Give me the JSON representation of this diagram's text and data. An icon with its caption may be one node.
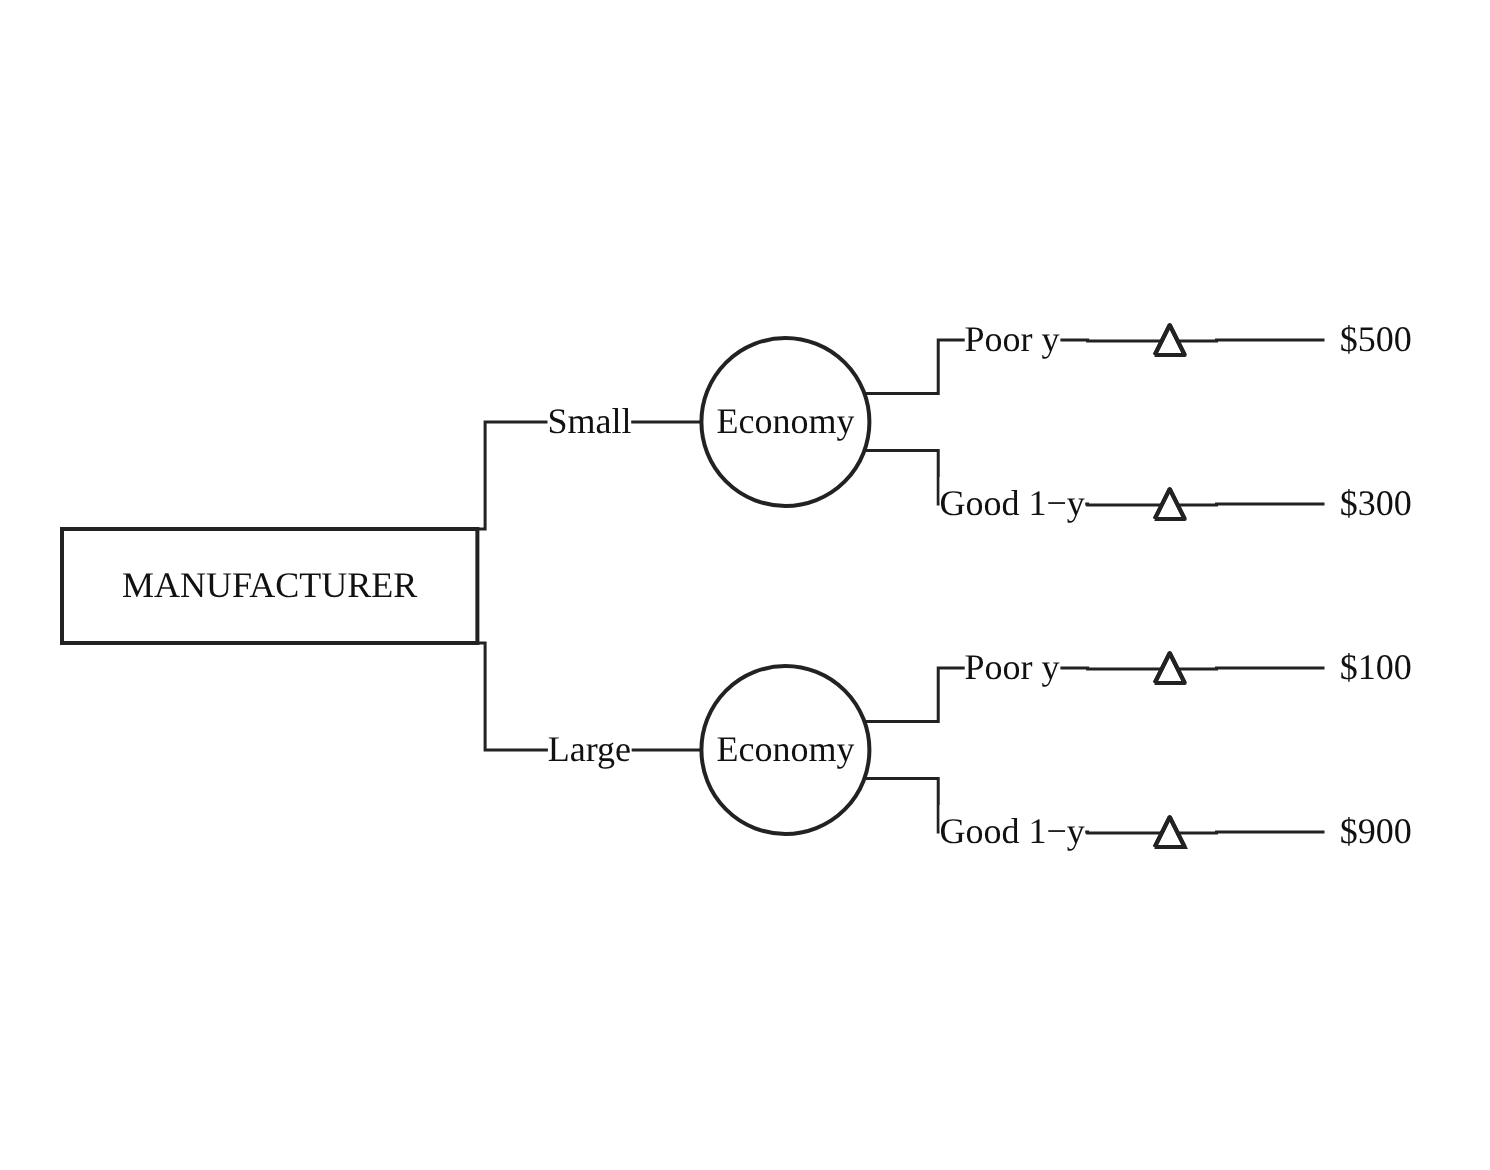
{
  "diagram": {
    "nodes": [
      {
        "text": [
          "MANUFACTURER"
        ]
      },
      {
        "text": [
          "Economy"
        ]
      },
      {
        "text": [
          "Economy"
        ]
      },
      {
        "text": [],
        "shape": "triangle"
      },
      {
        "text": [],
        "shape": "triangle"
      },
      {
        "text": [],
        "shape": "triangle"
      },
      {
        "text": [],
        "shape": "triangle"
      },
      {
        "text": [
          "$500"
        ]
      },
      {
        "text": [
          "$300"
        ]
      },
      {
        "text": [
          "$100"
        ]
      },
      {
        "text": [
          "$900"
        ]
      }
    ],
    "edges": [
      {
        "from": 0,
        "to": 1,
        "arrow": "none",
        "label": "Small"
      },
      {
        "from": 0,
        "to": 2,
        "arrow": "none",
        "label": "Large"
      },
      {
        "from": 1,
        "to": 3,
        "arrow": "none",
        "label": "Poor y"
      },
      {
        "from": 1,
        "to": 4,
        "arrow": "none",
        "label": "Good 1−y"
      },
      {
        "from": 2,
        "to": 5,
        "arrow": "none",
        "label": "Poor y"
      },
      {
        "from": 2,
        "to": 6,
        "arrow": "none",
        "label": "Good 1−y"
      },
      {
        "from": 3,
        "to": 7,
        "arrow": "none"
      },
      {
        "from": 4,
        "to": 8,
        "arrow": "none"
      },
      {
        "from": 5,
        "to": 9,
        "arrow": "none"
      },
      {
        "from": 6,
        "to": 10,
        "arrow": "none"
      }
    ]
  }
}
